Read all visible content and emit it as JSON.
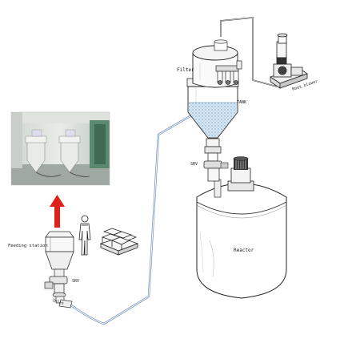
{
  "labels": {
    "filter": "Filter",
    "tank": "TANK",
    "blower": "Root blower",
    "srv_top": "SRV",
    "reactor": "Reactor",
    "feeding_station": "Feeding station",
    "srv_bottom": "SRV",
    "inlet": "Inlet"
  },
  "colors": {
    "line": "#333333",
    "transport_pipe": "#6f8db8",
    "arrow": "#e0201a",
    "powder": "#c9dff0"
  },
  "icons": {
    "person": "person-icon",
    "pallet": "bag-pallet-icon",
    "photo": "feeding-station-photo"
  }
}
